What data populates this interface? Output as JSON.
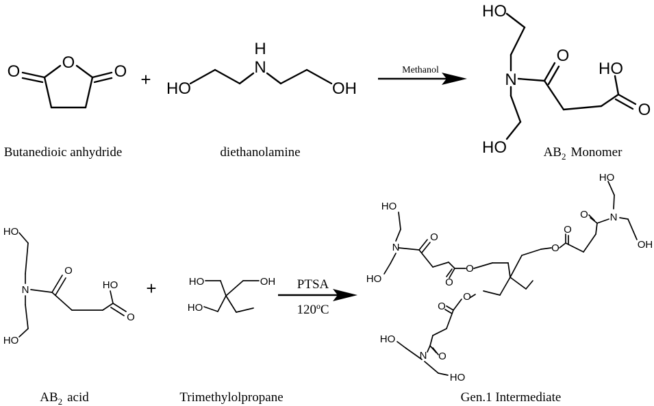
{
  "reaction1": {
    "reactant1": {
      "name": "Butanedioic anhydride",
      "atoms": {
        "ring_o": "O",
        "left_o": "O",
        "right_o": "O"
      }
    },
    "plus": "+",
    "reactant2": {
      "name": "diethanolamine",
      "atoms": {
        "n": "N",
        "h": "H",
        "oh_left": "HO",
        "oh_right": "OH"
      }
    },
    "condition": "Methanol",
    "product": {
      "name_prefix": "AB",
      "name_sub": "2",
      "name_suffix": "Monomer",
      "atoms": {
        "ho_top": "HO",
        "n": "N",
        "o_amide": "O",
        "ho_acid": "HO",
        "o_acid": "O",
        "ho_bottom": "HO"
      }
    }
  },
  "reaction2": {
    "reactant1": {
      "name_prefix": "AB",
      "name_sub": "2",
      "name_suffix": "acid",
      "atoms": {
        "ho_top": "HO",
        "n": "N",
        "o_amide": "O",
        "ho_acid": "HO",
        "o_acid": "O",
        "ho_bottom": "HO"
      }
    },
    "plus": "+",
    "reactant2": {
      "name": "Trimethylolpropane",
      "atoms": {
        "ho_a": "HO",
        "oh_b": "OH",
        "ho_c": "HO"
      }
    },
    "condition_top": "PTSA",
    "condition_bottom": "120ºC",
    "product": {
      "name": "Gen.1 Intermediate",
      "atoms": {
        "a_ho1": "HO",
        "a_n": "N",
        "a_ho2": "HO",
        "a_o1": "O",
        "a_o2": "O",
        "a_o3": "O",
        "b_ho1": "HO",
        "b_n": "N",
        "b_oh": "OH",
        "b_o1": "O",
        "b_o2": "O",
        "b_o3": "O",
        "c_o1": "O",
        "c_o2": "O",
        "c_o3": "O",
        "c_ho1": "HO",
        "c_n": "N",
        "c_ho2": "HO"
      }
    }
  }
}
